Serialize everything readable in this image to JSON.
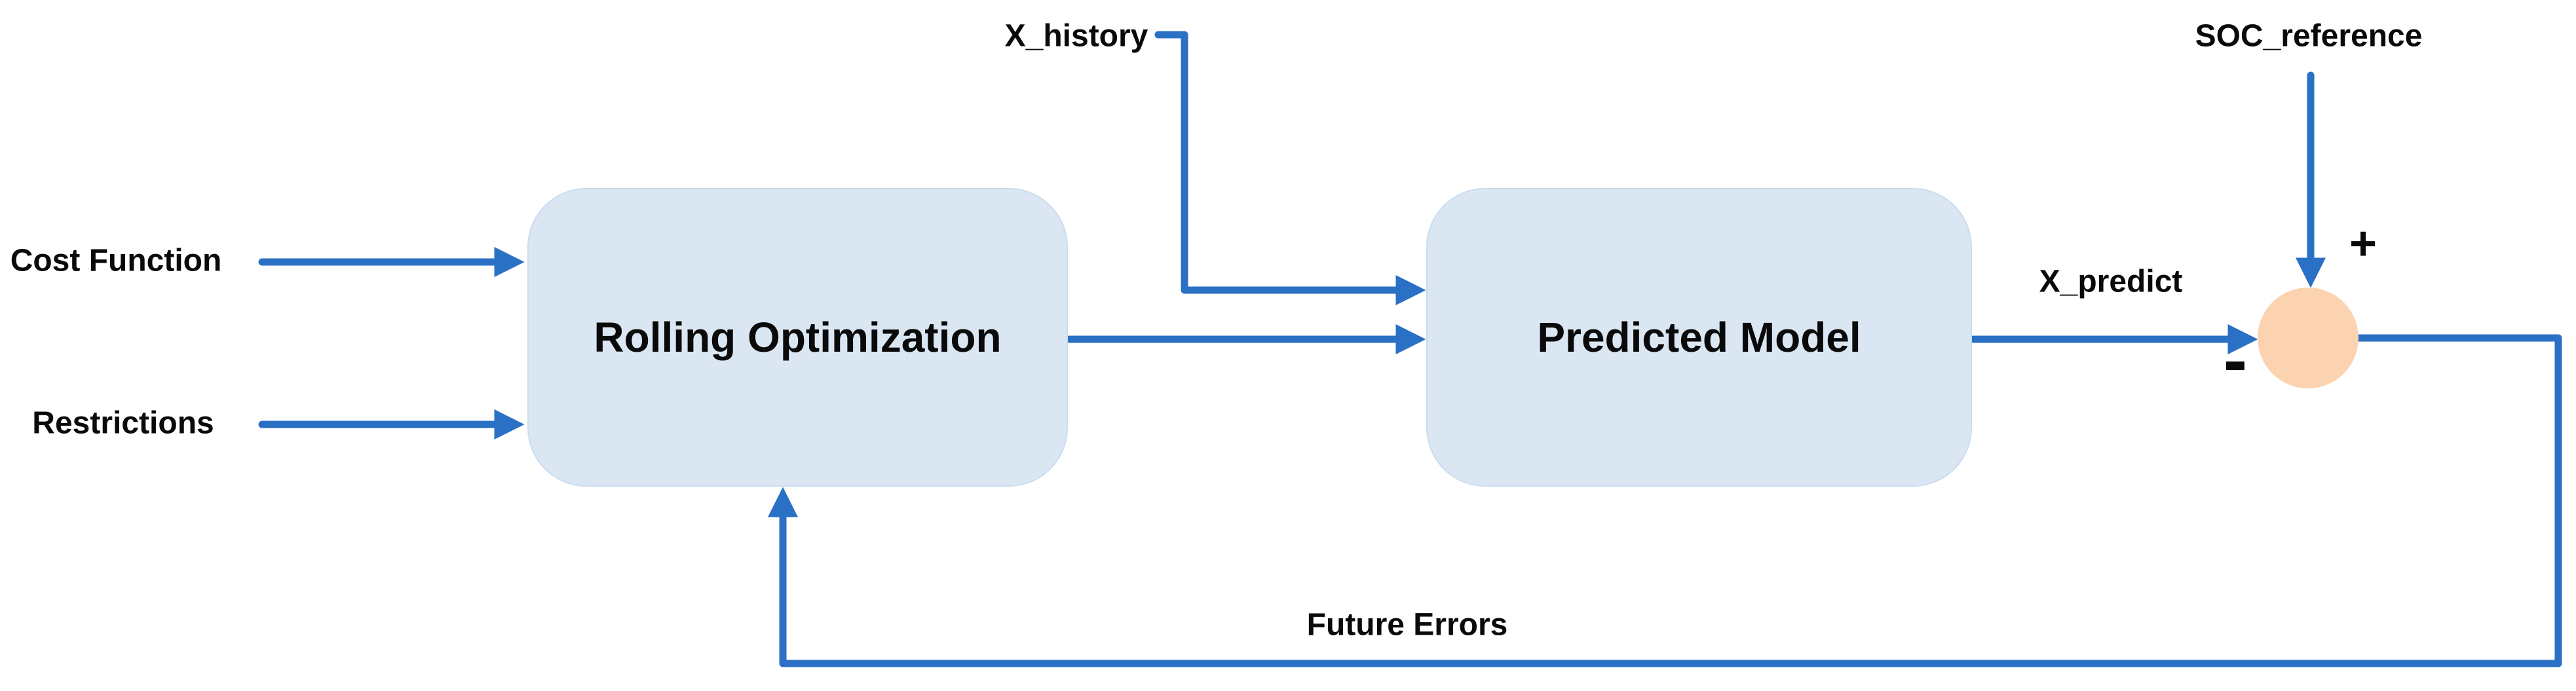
{
  "diagram": {
    "description": "Model predictive control block diagram",
    "blocks": [
      {
        "id": "rolling_optimization",
        "label": "Rolling Optimization"
      },
      {
        "id": "predicted_model",
        "label": "Predicted Model"
      },
      {
        "id": "sum_junction",
        "label": "",
        "shape": "circle"
      }
    ],
    "labels": {
      "cost_function": "Cost Function",
      "restrictions": "Restrictions",
      "x_history": "X_history",
      "soc_reference": "SOC_reference",
      "x_predict": "X_predict",
      "future_errors": "Future Errors",
      "plus": "+",
      "minus": "-"
    },
    "edges": [
      {
        "from": "Cost Function",
        "to": "Rolling Optimization"
      },
      {
        "from": "Restrictions",
        "to": "Rolling Optimization"
      },
      {
        "from": "X_history",
        "to": "Predicted Model"
      },
      {
        "from": "Rolling Optimization",
        "to": "Predicted Model"
      },
      {
        "from": "Predicted Model",
        "to": "sum_junction",
        "label": "X_predict",
        "sign": "-"
      },
      {
        "from": "SOC_reference",
        "to": "sum_junction",
        "sign": "+"
      },
      {
        "from": "sum_junction",
        "to": "Rolling Optimization",
        "label": "Future Errors"
      }
    ],
    "colors": {
      "arrow_blue": "#2A70C4",
      "block_fill": "#DAE7F3",
      "block_border": "#C9DCEE",
      "sum_junction_fill": "#FBD3B0",
      "text": "#0A0A0A",
      "background": "#FFFFFF"
    }
  }
}
